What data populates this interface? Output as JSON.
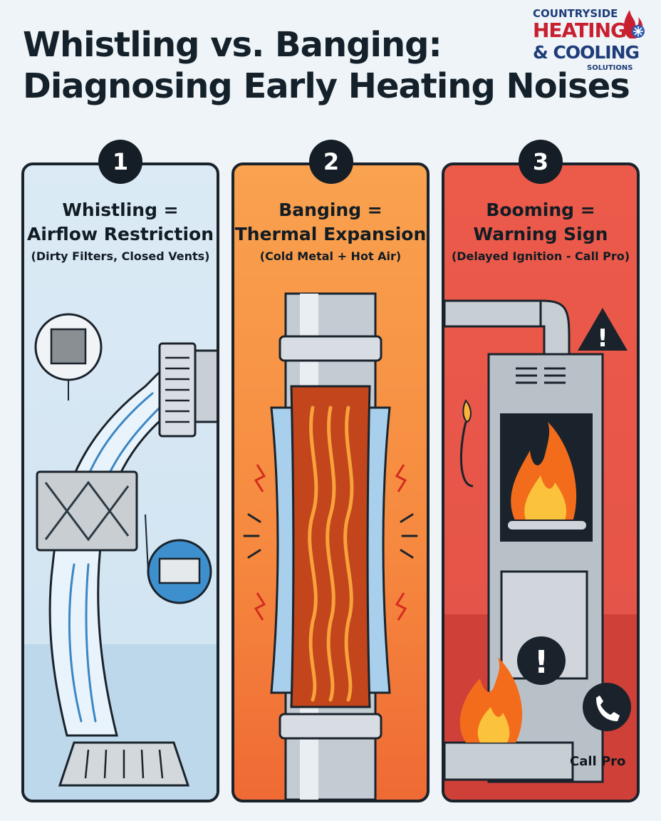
{
  "header": {
    "title_line1": "Whistling vs. Banging:",
    "title_line2": "Diagnosing Early Heating Noises"
  },
  "logo": {
    "line1": "COUNTRYSIDE",
    "line2": "HEATING",
    "line3": "& COOLING",
    "line4": "SOLUTIONS"
  },
  "panels": [
    {
      "number": "1",
      "title_line1": "Whistling =",
      "title_line2": "Airflow Restriction",
      "subtitle": "(Dirty Filters, Closed Vents)"
    },
    {
      "number": "2",
      "title_line1": "Banging =",
      "title_line2": "Thermal Expansion",
      "subtitle": "(Cold Metal + Hot Air)"
    },
    {
      "number": "3",
      "title_line1": "Booming =",
      "title_line2": "Warning Sign",
      "subtitle": "(Delayed Ignition - Call Pro)",
      "action_label": "Call Pro"
    }
  ],
  "colors": {
    "panel1": "#d6e8f4",
    "panel2": "#f6893f",
    "panel3": "#e25247",
    "badge": "#151e26",
    "text": "#14202a"
  },
  "icons": [
    "filter-icon",
    "vent-icon",
    "warning-triangle-icon",
    "exclamation-icon",
    "phone-icon",
    "flame-icon"
  ]
}
